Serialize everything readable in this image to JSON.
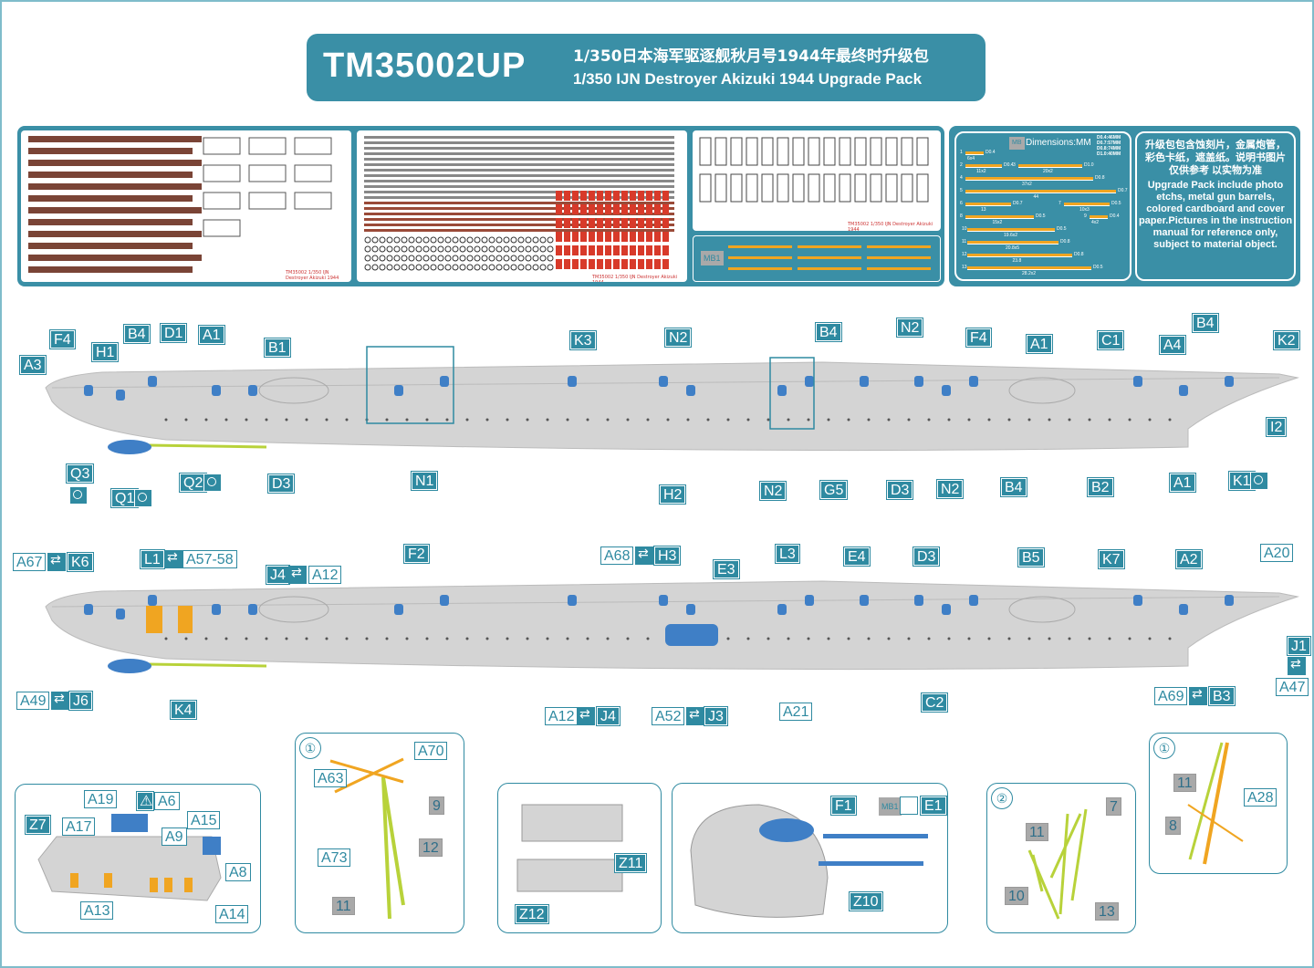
{
  "header": {
    "code": "TM35002UP",
    "title_cn": "1/350日本海军驱逐舰秋月号1944年最终时升级包",
    "title_en": "1/350 IJN Destroyer Akizuki 1944 Upgrade Pack"
  },
  "sheets": {
    "sheet1_caption": "TM35002 1/350 IJN Destroyer Akizuki 1944",
    "sheet2_caption": "TM35002 1/350 IJN Destroyer Akizuki 1944",
    "sheet3_caption": "TM35002 1/350 IJN Destroyer Akizuki 1944",
    "mb_label": "MB1"
  },
  "dimensions": {
    "title": "Dimensions:MM",
    "mb_label": "MB",
    "diameters": [
      "D0.4:46MM",
      "D0.7:57MM",
      "D0.8:74MM",
      "D1.0:40MM"
    ],
    "rods": [
      {
        "n": "1",
        "len": "6x4",
        "d": "D0.4"
      },
      {
        "n": "2",
        "len": "11x2",
        "d": "D0.4"
      },
      {
        "n": "3",
        "len": "20x2",
        "d": "D1.0"
      },
      {
        "n": "4",
        "len": "37x2",
        "d": "D0.8"
      },
      {
        "n": "5",
        "len": "44",
        "d": "D0.7"
      },
      {
        "n": "6",
        "len": "13",
        "d": "D0.7"
      },
      {
        "n": "7",
        "len": "10x3",
        "d": "D0.5"
      },
      {
        "n": "8",
        "len": "15x2",
        "d": "D0.5"
      },
      {
        "n": "9",
        "len": "4x2",
        "d": "D0.4"
      },
      {
        "n": "10",
        "len": "19.6x2",
        "d": "D0.5"
      },
      {
        "n": "11",
        "len": "20.8x5",
        "d": "D0.8"
      },
      {
        "n": "12",
        "len": "23.8",
        "d": "D0.8"
      },
      {
        "n": "13",
        "len": "28.2x2",
        "d": "D0.5"
      }
    ]
  },
  "info": {
    "cn": "升级包包含蚀刻片，金属炮管，彩色卡纸，遮盖纸。说明书图片仅供参考 以实物为准",
    "en": "Upgrade Pack include photo etchs, metal gun barrels, colored cardboard and cover paper.Pictures in the instruction manual for reference only, subject to material object."
  },
  "ship1_labels": [
    "A3",
    "F4",
    "H1",
    "B4",
    "D1",
    "A1",
    "B1",
    "K3",
    "N2",
    "B4",
    "N2",
    "F4",
    "A1",
    "C1",
    "A4",
    "B4",
    "K2",
    "I2",
    "Q3",
    "Q1",
    "Q2",
    "D3",
    "N1",
    "H2",
    "N2",
    "G5",
    "D3",
    "N2",
    "B4",
    "B2",
    "A1",
    "K1"
  ],
  "ship2_labels": [
    "A67",
    "K6",
    "L1",
    "A57-58",
    "J4",
    "A12",
    "F2",
    "A68",
    "H3",
    "E3",
    "L3",
    "E4",
    "D3",
    "B5",
    "K7",
    "A2",
    "A20",
    "J1",
    "A47",
    "A69",
    "B3",
    "C2",
    "A21",
    "A52",
    "J3",
    "A12",
    "J4",
    "K4",
    "A49",
    "J6"
  ],
  "inset_bridge": [
    "A19",
    "A6",
    "Z7",
    "A17",
    "A15",
    "A9",
    "A8",
    "A13",
    "A14"
  ],
  "inset_mast1": {
    "step": "①",
    "labels": [
      "A70",
      "A63",
      "9",
      "A73",
      "12",
      "11"
    ]
  },
  "inset_turret": [
    "Z11",
    "Z12"
  ],
  "inset_gun": {
    "labels": [
      "F1",
      "MB1",
      "E1",
      "Z10"
    ]
  },
  "inset_mast2": {
    "step": "②",
    "labels": [
      "7",
      "11",
      "10",
      "13"
    ]
  },
  "inset_mast3": {
    "step": "①",
    "labels": [
      "11",
      "A28",
      "8"
    ]
  },
  "colors": {
    "teal": "#2f8aa1",
    "hull": "#d4d4d4",
    "part": "#3f7fc6",
    "etch": "#f0a521",
    "rod": "#b8d23a"
  }
}
